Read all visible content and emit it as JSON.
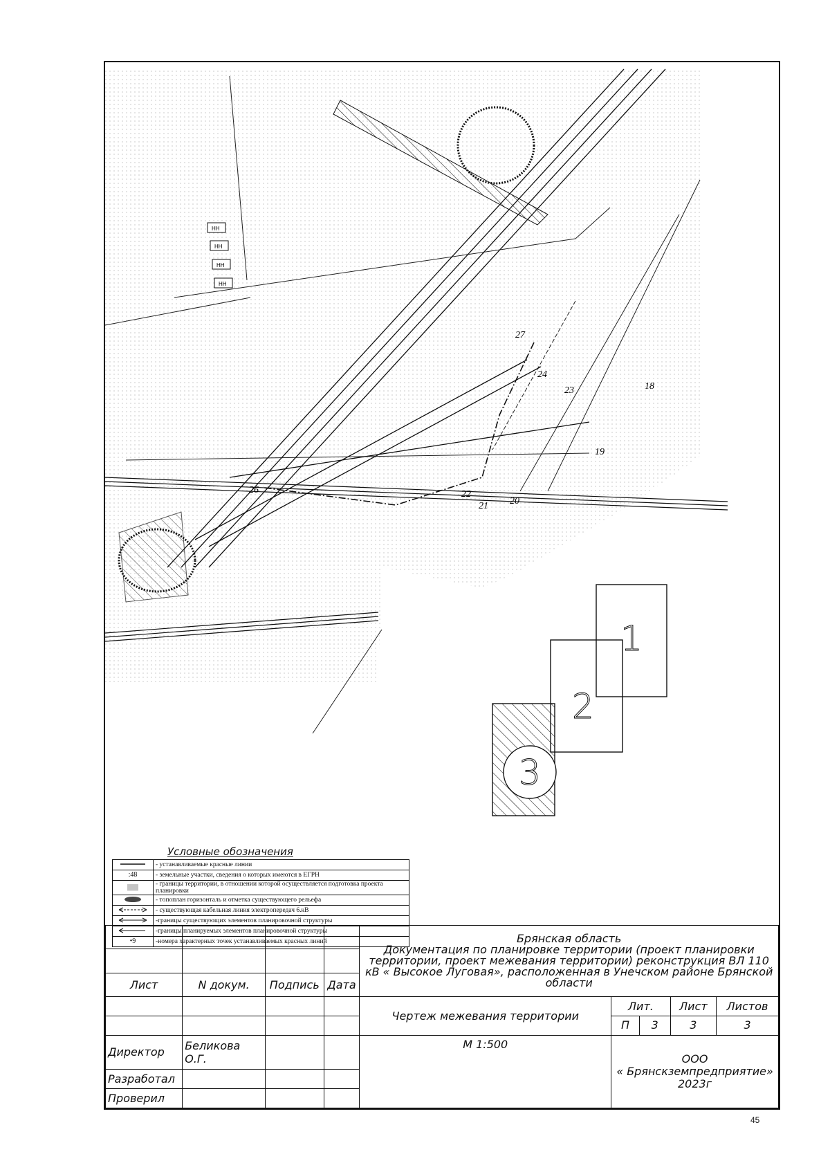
{
  "map": {
    "point_labels": [
      "27",
      "24",
      "23",
      "18",
      "19",
      "26",
      "22",
      "21",
      "20"
    ],
    "sheet_numbers": [
      "1",
      "2",
      "3"
    ],
    "building_label": "НН"
  },
  "legend": {
    "title": "Условные обозначения",
    "rows": [
      {
        "symbol": "",
        "text": "- устанавливаемые красные линии"
      },
      {
        "symbol": ":48",
        "text": "- земельные участки, сведения о которых имеются в ЕГРН"
      },
      {
        "symbol": "||||||||",
        "text": "- границы территории, в отношении которой осуществляется подготовка проекта планировки"
      },
      {
        "symbol": "",
        "text": "- топоплан горизонталь и отметка существующего рельефа"
      },
      {
        "symbol": "",
        "text": "- существующая кабельная линия электропередач 6.кВ"
      },
      {
        "symbol": "",
        "text": "-границы существующих элементов планировочной структуры"
      },
      {
        "symbol": "",
        "text": "-границы планируемых элементов планировочной структуры"
      },
      {
        "symbol": "•9",
        "text": "-номера характерных точек устанавливаемых красных линий"
      }
    ]
  },
  "stamp": {
    "region": "Брянская область",
    "description": "Документация по планировке территории (проект планировки территории, проект межевания территории) реконструкция ВЛ 110 кВ « Высокое Луговая», расположенная в Унечском районе Брянской области",
    "drawing_title": "Чертеж межевания территории",
    "scale": "М 1:500",
    "headers": {
      "sheet": "Лист",
      "doc_no": "N докум.",
      "signature": "Подпись",
      "date": "Дата"
    },
    "lit_header": "Лит.",
    "sheet_header": "Лист",
    "sheets_header": "Листов",
    "lit_value": "П",
    "lit_number": "3",
    "sheet_value": "3",
    "sheets_value": "3",
    "roles": {
      "director": "Директор",
      "developed": "Разработал",
      "checked": "Проверил"
    },
    "director_name": "Беликова О.Г.",
    "org_line1": "ООО",
    "org_line2": "« Брянскземпредприятие»",
    "org_year": "2023г"
  },
  "page_number": "45"
}
